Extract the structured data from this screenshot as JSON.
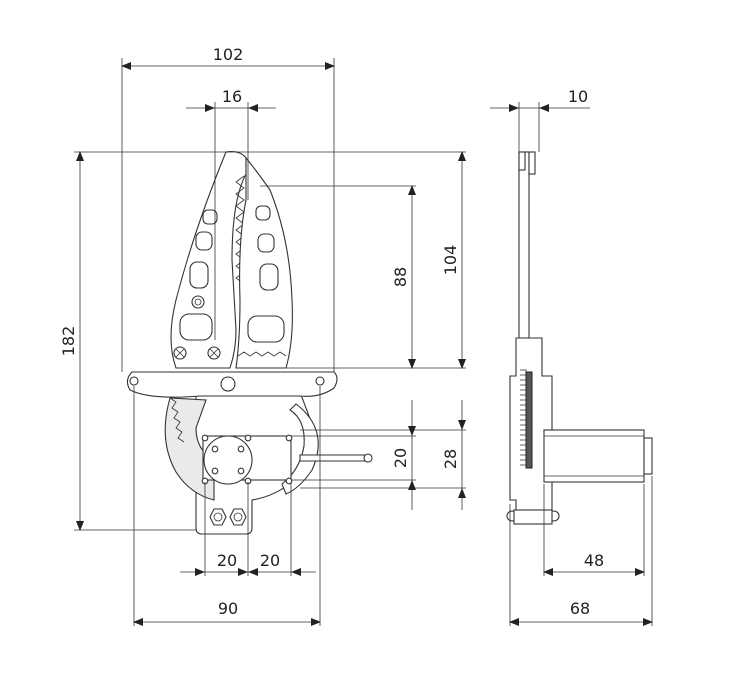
{
  "drawing": {
    "front_view": {
      "overall_width": "102",
      "tip_width": "16",
      "overall_height": "182",
      "jaw_length": "88",
      "jaw_height": "104",
      "bracket_width": "90",
      "hole_spacing_left": "20",
      "hole_spacing_right": "20",
      "mount_inner": "20",
      "mount_outer": "28"
    },
    "side_view": {
      "thickness": "10",
      "motor_length": "48",
      "total_depth": "68"
    }
  }
}
